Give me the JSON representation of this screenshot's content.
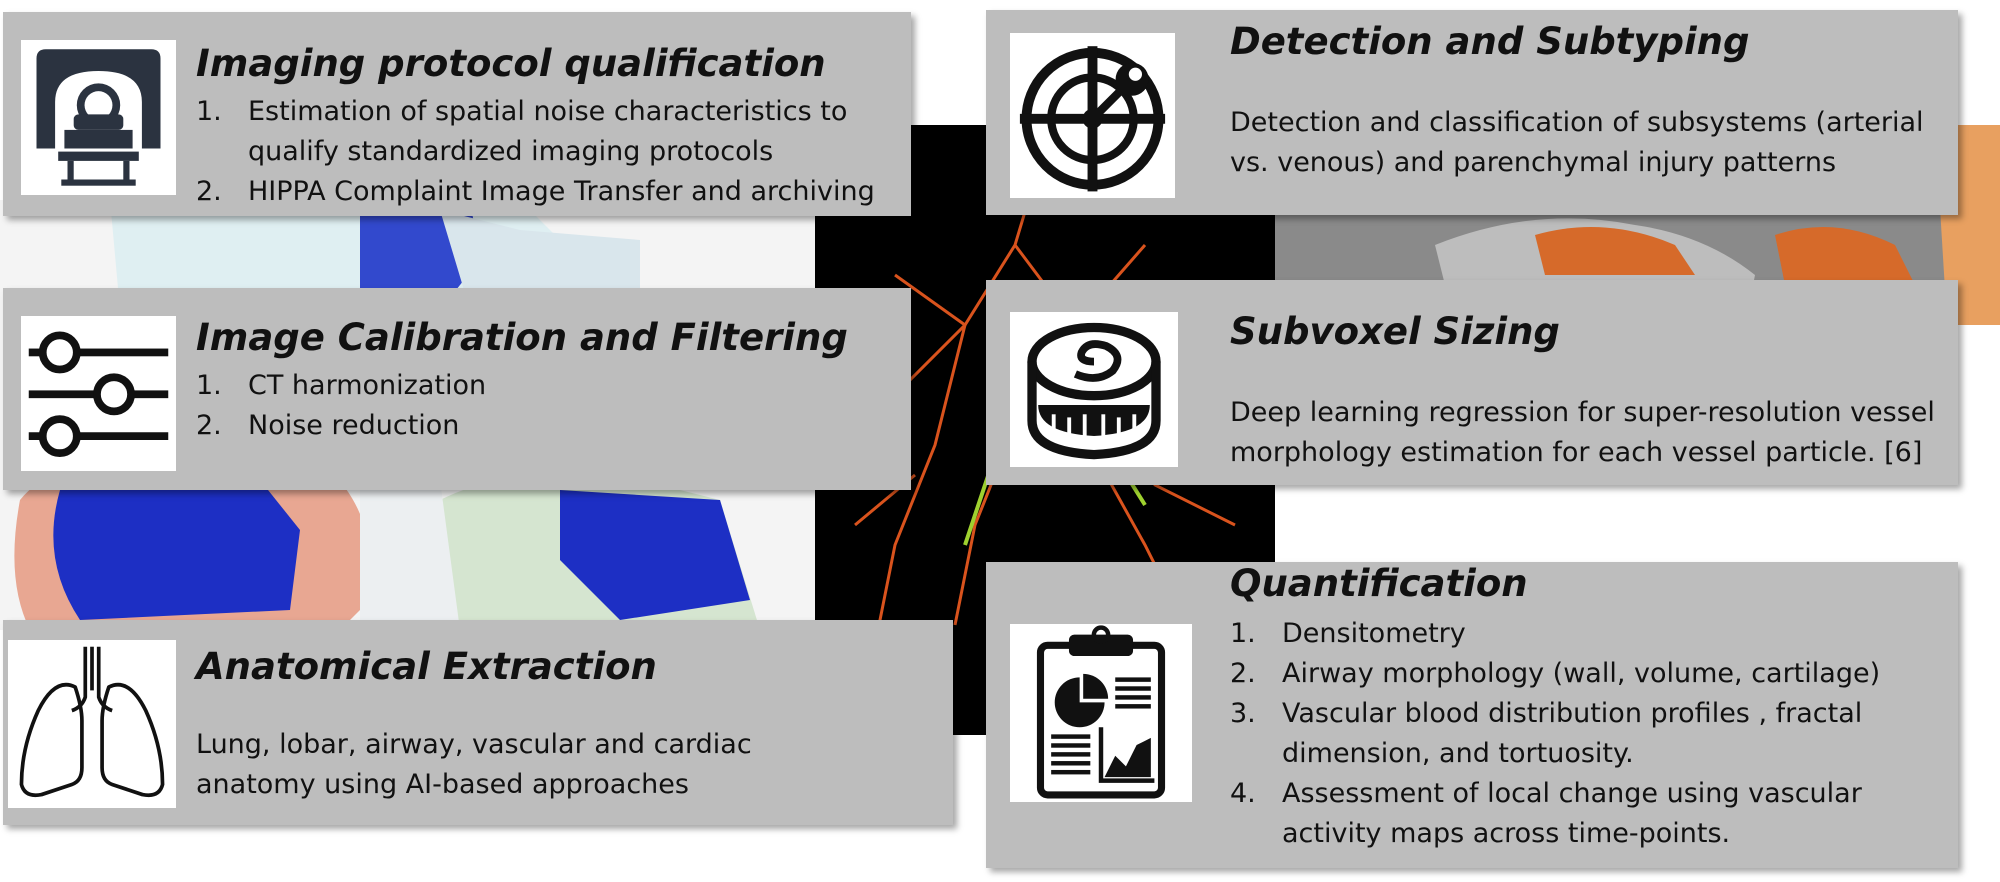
{
  "panels": {
    "imaging": {
      "title": "Imaging protocol qualification",
      "icon": "ct-scanner-icon",
      "items": [
        {
          "num": "1.",
          "text": "Estimation of spatial noise characteristics to qualify standardized imaging protocols"
        },
        {
          "num": "2.",
          "text": "HIPPA Complaint Image Transfer and archiving"
        }
      ]
    },
    "calibration": {
      "title": "Image Calibration and Filtering",
      "icon": "sliders-icon",
      "items": [
        {
          "num": "1.",
          "text": "CT harmonization"
        },
        {
          "num": "2.",
          "text": "Noise reduction"
        }
      ]
    },
    "anatomical": {
      "title": "Anatomical Extraction",
      "icon": "lungs-icon",
      "text": "Lung, lobar, airway, vascular and cardiac anatomy using AI-based approaches"
    },
    "detection": {
      "title": "Detection and Subtyping",
      "icon": "target-icon",
      "text": "Detection and classification of subsystems (arterial vs. venous)  and parenchymal injury patterns"
    },
    "sizing": {
      "title": "Subvoxel Sizing",
      "icon": "measuring-tape-icon",
      "text": "Deep learning regression for super-resolution vessel morphology estimation for each vessel particle. [6]"
    },
    "quantification": {
      "title": "Quantification",
      "icon": "clipboard-report-icon",
      "items": [
        {
          "num": "1.",
          "text": "Densitometry"
        },
        {
          "num": "2.",
          "text": "Airway morphology (wall, volume, cartilage)"
        },
        {
          "num": "3.",
          "text": "Vascular blood distribution profiles , fractal dimension, and tortuosity."
        },
        {
          "num": "4.",
          "text": "Assessment of local change using vascular activity maps across time-points."
        }
      ]
    }
  }
}
